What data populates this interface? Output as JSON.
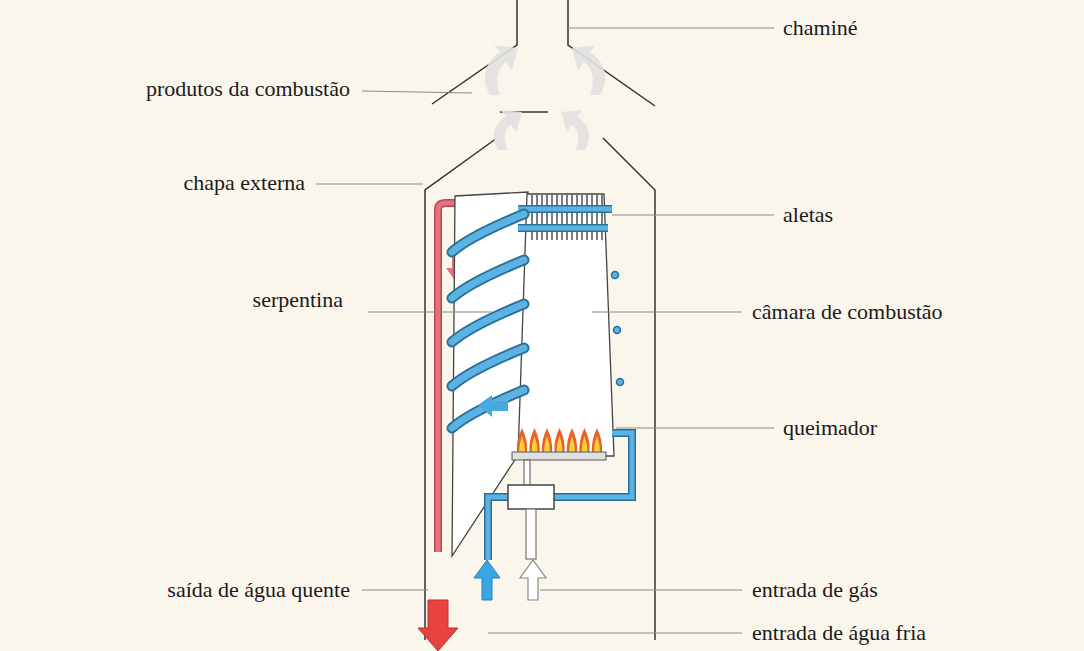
{
  "diagram": {
    "labels": [
      "chaminé",
      "produtos da combustão",
      "chapa externa",
      "aletas",
      "serpentina",
      "câmara de combustão",
      "queimador",
      "saída de água quente",
      "entrada de gás",
      "entrada de água fria"
    ]
  }
}
